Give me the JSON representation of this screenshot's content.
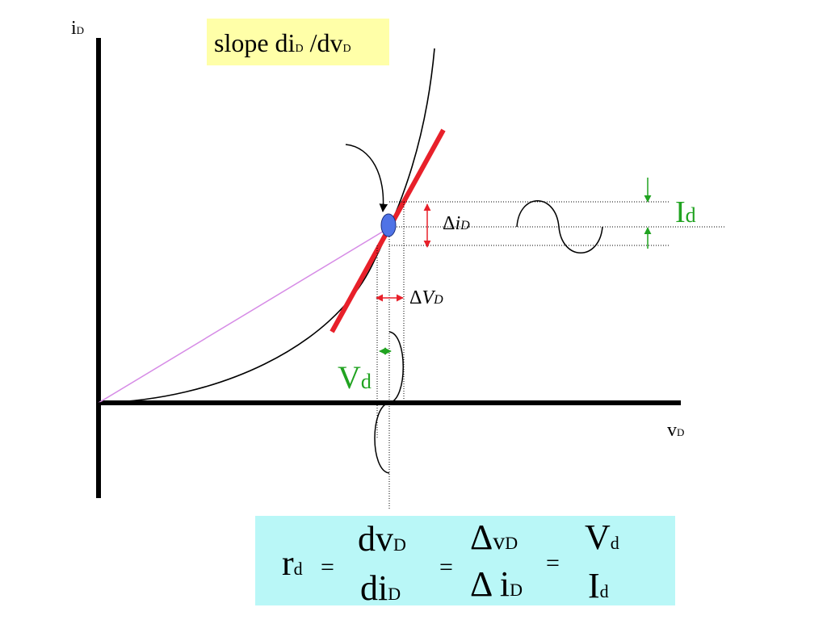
{
  "axes": {
    "y_label": {
      "main": "i",
      "sub": "D"
    },
    "x_label": {
      "main": "v",
      "sub": "D"
    }
  },
  "slope_box": {
    "main1": "slope  di",
    "sub1": "D",
    "main2": " /dv",
    "sub2": "D"
  },
  "id_label": {
    "main": "I",
    "sub": "d"
  },
  "vd_label": {
    "main": "V",
    "sub": "d"
  },
  "delta_i": {
    "delta": "Δ",
    "main": "i",
    "sub": "D"
  },
  "delta_v": {
    "delta": "Δ",
    "main": "V",
    "sub": "D"
  },
  "formula": {
    "lhs_main": "r",
    "lhs_sub": "d",
    "eq": "=",
    "frac1_num_main": "dv",
    "frac1_num_sub": "D",
    "frac1_den_main": "di",
    "frac1_den_sub": "D",
    "frac2_num_delta": "Δ",
    "frac2_num_main": "v",
    "frac2_num_sub": "D",
    "frac2_den_delta": "Δ",
    "frac2_den_main": " i",
    "frac2_den_sub": "D",
    "frac3_num_main": "V",
    "frac3_num_sub": "d",
    "frac3_den_main": "I",
    "frac3_den_sub": "d"
  },
  "colors": {
    "tangent": "#e8202a",
    "load_line": "#d68be6",
    "small_signal": "#21a321",
    "operating_point": "#4f73e6",
    "delta_arrows": "#e8202a"
  }
}
